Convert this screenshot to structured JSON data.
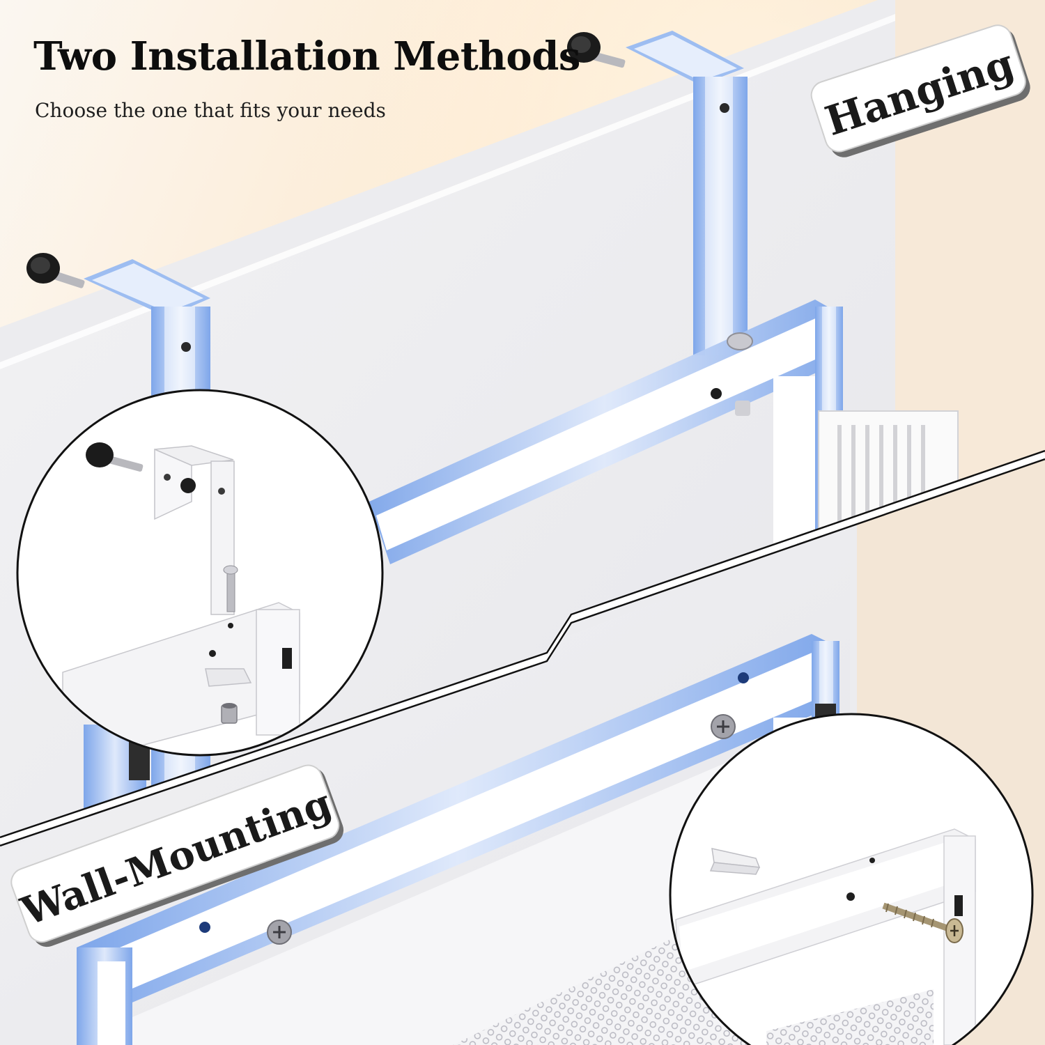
{
  "heading": {
    "title": "Two Installation Methods",
    "subtitle": "Choose the one that fits your needs"
  },
  "methods": [
    {
      "label": "Hanging"
    },
    {
      "label": "Wall-Mounting"
    }
  ],
  "icons": {
    "hanging_detail": [
      "thumb-screw-icon",
      "over-door-hook-icon",
      "bolt-icon",
      "nut-icon"
    ],
    "wall_detail": [
      "wall-anchor-icon",
      "wood-screw-icon"
    ]
  },
  "colors": {
    "highlight": "#8fb3ee",
    "frame": "#ffffff",
    "door": "#f6f6f7",
    "divider": "#111111"
  }
}
